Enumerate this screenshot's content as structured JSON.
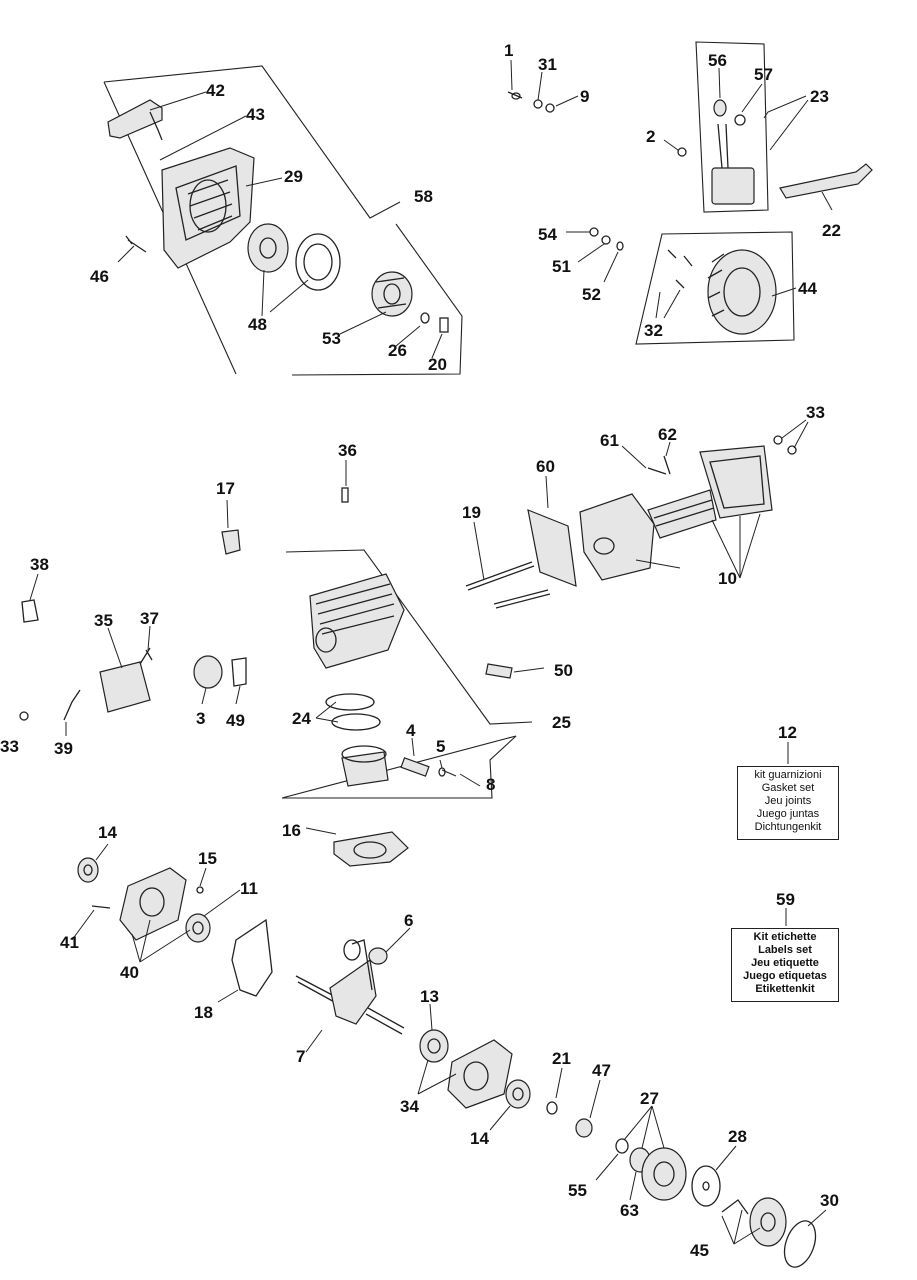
{
  "labels": {
    "l1": "1",
    "l31": "31",
    "l9": "9",
    "l56": "56",
    "l57": "57",
    "l23": "23",
    "l2": "2",
    "l22": "22",
    "l42": "42",
    "l43": "43",
    "l29": "29",
    "l58": "58",
    "l46": "46",
    "l48": "48",
    "l53": "53",
    "l26": "26",
    "l20": "20",
    "l54": "54",
    "l51": "51",
    "l52": "52",
    "l32": "32",
    "l44": "44",
    "l36": "36",
    "l17": "17",
    "l38": "38",
    "l35": "35",
    "l37": "37",
    "l33a": "33",
    "l39": "39",
    "l3": "3",
    "l49": "49",
    "l61": "61",
    "l62": "62",
    "l33b": "33",
    "l60": "60",
    "l19": "19",
    "l10": "10",
    "l50": "50",
    "l24": "24",
    "l4": "4",
    "l5": "5",
    "l25": "25",
    "l8": "8",
    "l16": "16",
    "l14a": "14",
    "l15": "15",
    "l11": "11",
    "l41": "41",
    "l40": "40",
    "l18": "18",
    "l6": "6",
    "l7": "7",
    "l13": "13",
    "l34": "34",
    "l14b": "14",
    "l21": "21",
    "l47": "47",
    "l27": "27",
    "l55": "55",
    "l63": "63",
    "l28": "28",
    "l45": "45",
    "l30": "30"
  },
  "kits": {
    "gasket": {
      "number": "12",
      "lines": [
        "kit guarnizioni",
        "Gasket set",
        "Jeu  joints",
        "Juego juntas",
        "Dichtungenkit"
      ]
    },
    "labels_set": {
      "number": "59",
      "lines": [
        "Kit etichette",
        "Labels set",
        "Jeu etiquette",
        "Juego etiquetas",
        "Etikettenkit"
      ]
    }
  }
}
